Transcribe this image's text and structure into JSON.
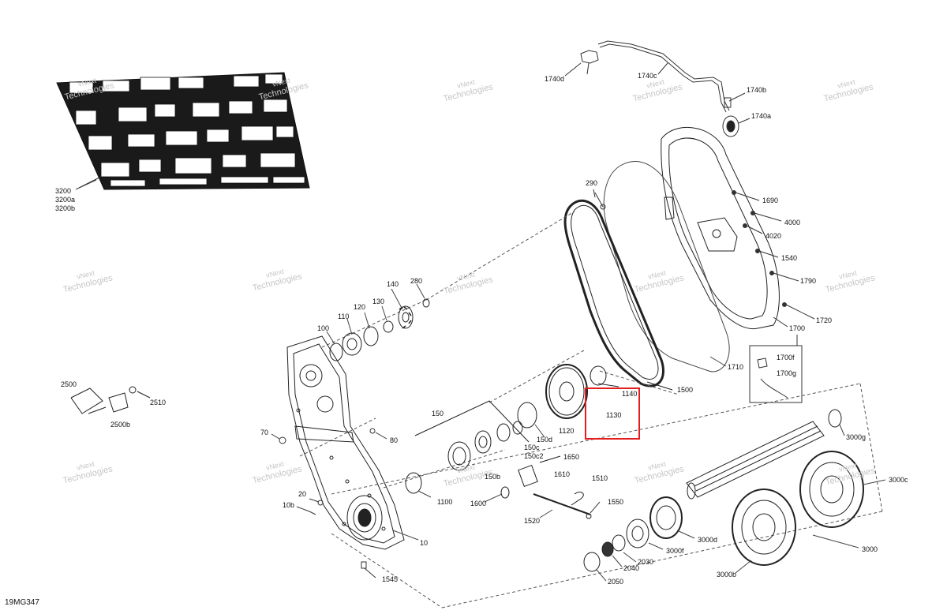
{
  "drawing_code": "19MG347",
  "watermark": {
    "line1": "vNext",
    "line2": "Technologies"
  },
  "highlight": {
    "color": "#e41e1e",
    "labels": [
      "1140",
      "1130"
    ]
  },
  "callouts": [
    {
      "id": "c3200",
      "text": "3200"
    },
    {
      "id": "c3200a",
      "text": "3200a"
    },
    {
      "id": "c3200b",
      "text": "3200b"
    },
    {
      "id": "c1740d",
      "text": "1740d"
    },
    {
      "id": "c1740c",
      "text": "1740c"
    },
    {
      "id": "c1740b",
      "text": "1740b"
    },
    {
      "id": "c1740a",
      "text": "1740a"
    },
    {
      "id": "c290",
      "text": "290"
    },
    {
      "id": "c1690",
      "text": "1690"
    },
    {
      "id": "c4000",
      "text": "4000"
    },
    {
      "id": "c4020",
      "text": "4020"
    },
    {
      "id": "c1540",
      "text": "1540"
    },
    {
      "id": "c1790",
      "text": "1790"
    },
    {
      "id": "c1720",
      "text": "1720"
    },
    {
      "id": "c1700",
      "text": "1700"
    },
    {
      "id": "c1700f",
      "text": "1700f"
    },
    {
      "id": "c1700g",
      "text": "1700g"
    },
    {
      "id": "c1710",
      "text": "1710"
    },
    {
      "id": "c1500",
      "text": "1500"
    },
    {
      "id": "c140",
      "text": "140"
    },
    {
      "id": "c280",
      "text": "280"
    },
    {
      "id": "c130",
      "text": "130"
    },
    {
      "id": "c120",
      "text": "120"
    },
    {
      "id": "c110",
      "text": "110"
    },
    {
      "id": "c100",
      "text": "100"
    },
    {
      "id": "c1140",
      "text": "1140"
    },
    {
      "id": "c1130",
      "text": "1130"
    },
    {
      "id": "c1120",
      "text": "1120"
    },
    {
      "id": "c150",
      "text": "150"
    },
    {
      "id": "c150d",
      "text": "150d"
    },
    {
      "id": "c150c",
      "text": "150c"
    },
    {
      "id": "c150c2",
      "text": "150c2"
    },
    {
      "id": "c150b",
      "text": "150b"
    },
    {
      "id": "c1650",
      "text": "1650"
    },
    {
      "id": "c1610",
      "text": "1610"
    },
    {
      "id": "c1510",
      "text": "1510"
    },
    {
      "id": "c1600",
      "text": "1600"
    },
    {
      "id": "c1550",
      "text": "1550"
    },
    {
      "id": "c1520",
      "text": "1520"
    },
    {
      "id": "c1100",
      "text": "1100"
    },
    {
      "id": "c2500",
      "text": "2500"
    },
    {
      "id": "c2510",
      "text": "2510"
    },
    {
      "id": "c2500b",
      "text": "2500b"
    },
    {
      "id": "c70",
      "text": "70"
    },
    {
      "id": "c80",
      "text": "80"
    },
    {
      "id": "c20",
      "text": "20"
    },
    {
      "id": "c10b",
      "text": "10b"
    },
    {
      "id": "c10",
      "text": "10"
    },
    {
      "id": "c1545",
      "text": "1545"
    },
    {
      "id": "c3000g",
      "text": "3000g"
    },
    {
      "id": "c3000c",
      "text": "3000c"
    },
    {
      "id": "c3000d",
      "text": "3000d"
    },
    {
      "id": "c3000f",
      "text": "3000f"
    },
    {
      "id": "c3000",
      "text": "3000"
    },
    {
      "id": "c3000b",
      "text": "3000b"
    },
    {
      "id": "c2030",
      "text": "2030"
    },
    {
      "id": "c2040",
      "text": "2040"
    },
    {
      "id": "c2050",
      "text": "2050"
    }
  ]
}
